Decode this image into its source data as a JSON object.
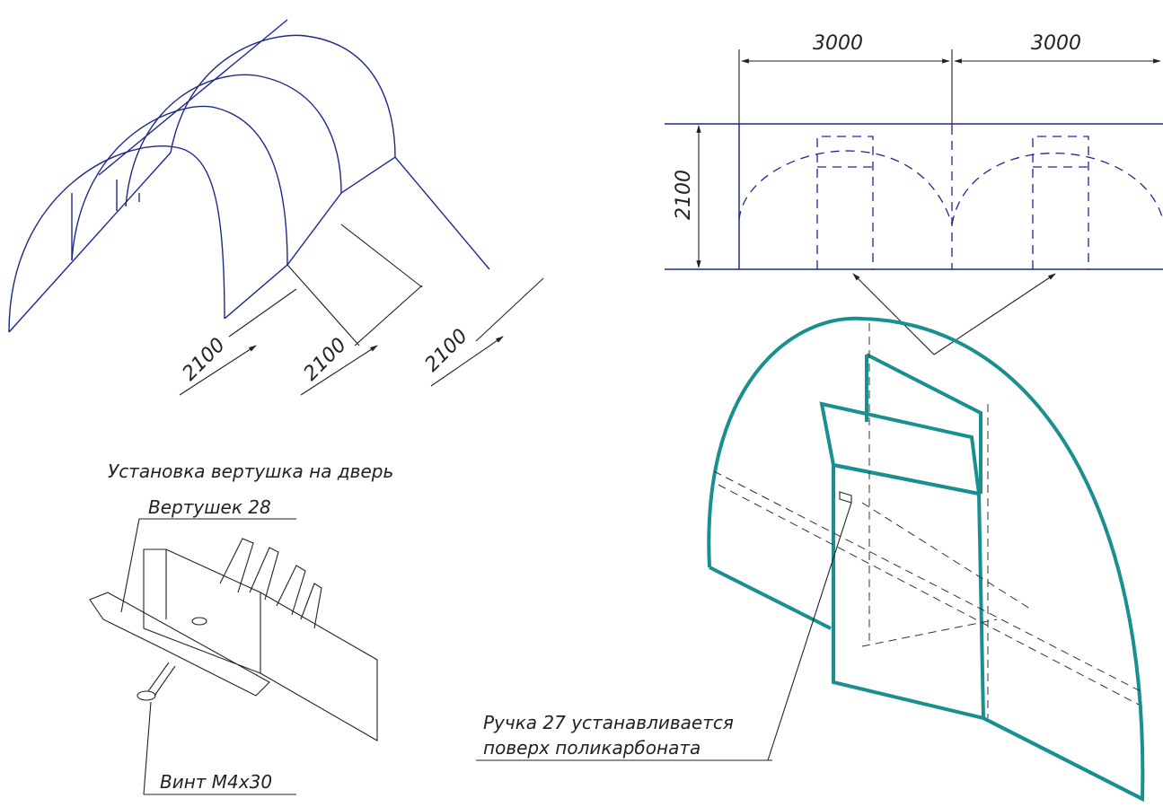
{
  "colors": {
    "outline": "#1b2a8a",
    "frame": "#1a8f8f",
    "text": "#222222"
  },
  "iso_view": {
    "dims": [
      "2100",
      "2100",
      "2100"
    ]
  },
  "top_view": {
    "width_dims": [
      "3000",
      "3000"
    ],
    "height_dim": "2100"
  },
  "notes": {
    "latch_title": "Установка вертушка на дверь",
    "latch_part": "Вертушек 28",
    "screw": "Винт М4х30",
    "handle_line1": "Ручка 27 устанавливается",
    "handle_line2": "поверх поликарбоната"
  }
}
